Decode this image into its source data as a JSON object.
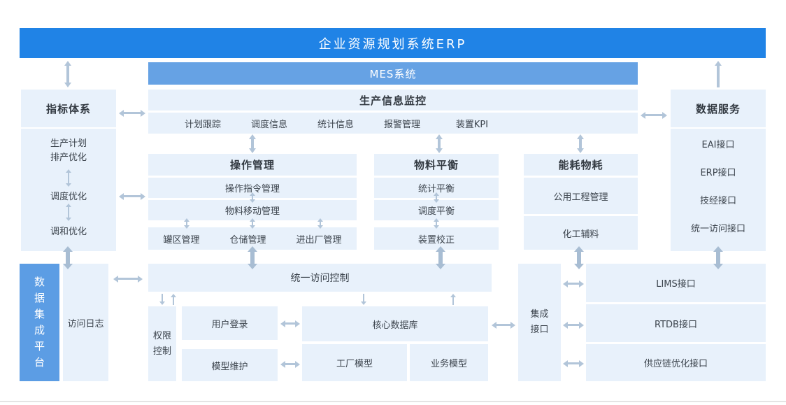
{
  "palette": {
    "banner_blue": "#2083e6",
    "mes_blue": "#66a2e4",
    "panel_light_blue": "#e8f1fb",
    "integration_platform_blue": "#5c9de4",
    "arrow_gray_blue": "#b2c5d9",
    "text_dark": "#3b434c"
  },
  "erp_banner": {
    "title": "企业资源规划系统ERP"
  },
  "mes_banner": {
    "title": "MES系统"
  },
  "production_monitor": {
    "title": "生产信息监控",
    "items": [
      "计划跟踪",
      "调度信息",
      "统计信息",
      "报警管理",
      "装置KPI"
    ]
  },
  "indicator_system": {
    "title": "指标体系",
    "item1_line1": "生产计划",
    "item1_line2": "排产优化",
    "item2": "调度优化",
    "item3": "调和优化"
  },
  "data_service": {
    "title": "数据服务",
    "items": [
      "EAI接口",
      "ERP接口",
      "技经接口",
      "统一访问接口"
    ]
  },
  "operation_mgmt": {
    "title": "操作管理",
    "row1": "操作指令管理",
    "row2": "物料移动管理",
    "row3": [
      "罐区管理",
      "仓储管理",
      "进出厂管理"
    ]
  },
  "material_balance": {
    "title": "物料平衡",
    "rows": [
      "统计平衡",
      "调度平衡",
      "装置校正"
    ]
  },
  "energy": {
    "title": "能耗物耗",
    "rows": [
      "公用工程管理",
      "化工辅料"
    ]
  },
  "integration_platform": {
    "title": "数据集成平台",
    "access_log": "访问日志"
  },
  "unified_access": {
    "title": "统一访问控制"
  },
  "auth": {
    "permission_line1": "权限",
    "permission_line2": "控制",
    "user_login": "用户登录",
    "model_maint": "模型维护"
  },
  "core_db": {
    "title": "核心数据库",
    "factory_model": "工厂模型",
    "business_model": "业务模型"
  },
  "integration_interface": {
    "line1": "集成",
    "line2": "接口"
  },
  "external_interfaces": {
    "items": [
      "LIMS接口",
      "RTDB接口",
      "供应链优化接口"
    ]
  }
}
